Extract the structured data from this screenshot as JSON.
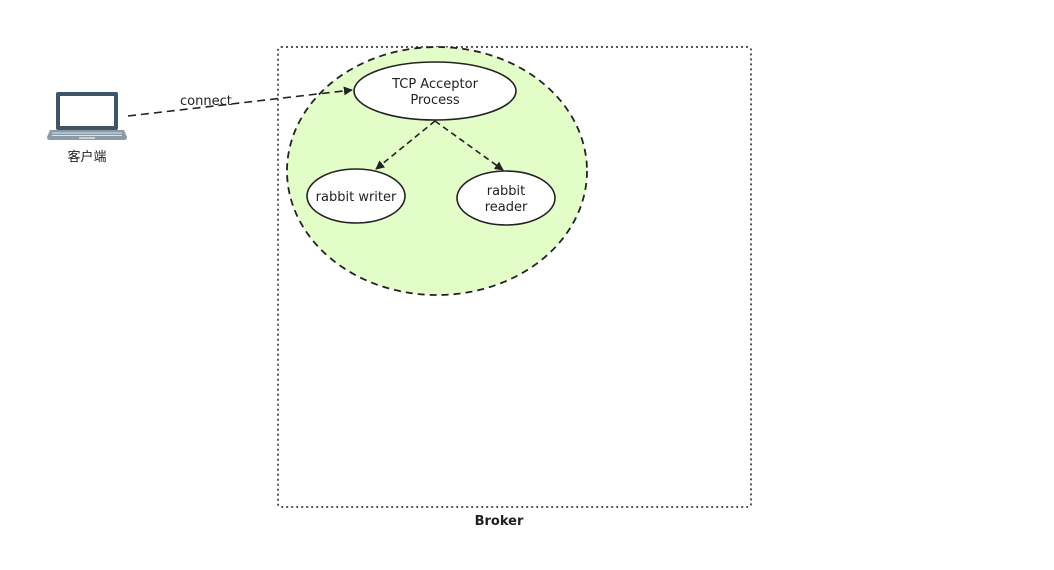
{
  "client": {
    "label": "客户端"
  },
  "connection": {
    "label": "connect"
  },
  "broker": {
    "label": "Broker"
  },
  "nodes": {
    "acceptor": {
      "line1": "TCP Acceptor",
      "line2": "Process"
    },
    "writer": {
      "label": "rabbit writer"
    },
    "reader": {
      "line1": "rabbit",
      "line2": "reader"
    }
  },
  "colors": {
    "process_group_fill": "#e2fdc8",
    "stroke": "#222222",
    "laptop_frame": "#3d5566",
    "laptop_base": "#8a9aa6"
  }
}
